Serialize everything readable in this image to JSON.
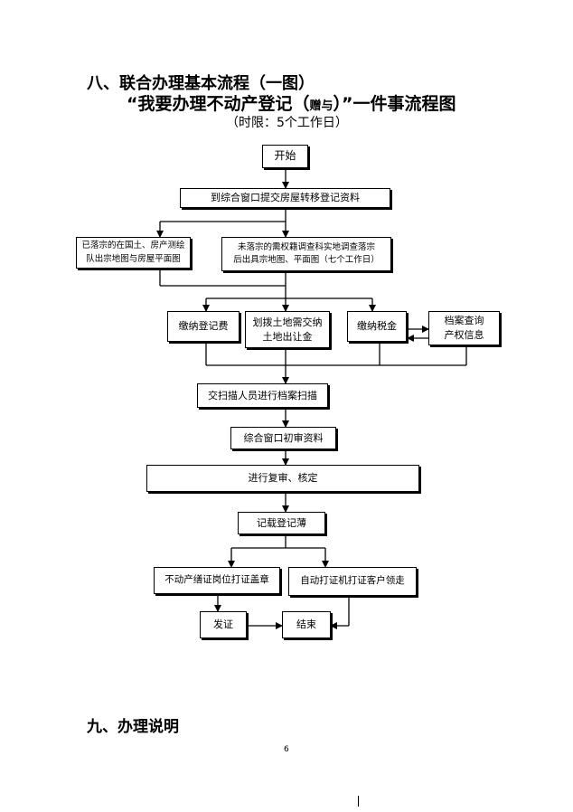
{
  "heading_main": "八、联合办理基本流程（一图）",
  "title": {
    "prefix": "“我要办理不动产登记（",
    "small": "赠与",
    "suffix": "）”一件事流程图"
  },
  "subtitle": "（时限：5个工作日）",
  "flow": {
    "start": "开始",
    "submit": "到综合窗口提交房屋转移登记资料",
    "branch_left": [
      "已落宗的在国土、房产测绘",
      "队出宗地图与房屋平面图"
    ],
    "branch_right": [
      "未落宗的需权籍调查科实地调查落宗",
      "后出具宗地图、平面图（七个工作日）"
    ],
    "pay_reg_fee": "缴纳登记费",
    "land_transfer": [
      "划拨土地需交纳",
      "土地出让金"
    ],
    "pay_tax": "缴纳税金",
    "archive_query": [
      "档案查询",
      "产权信息"
    ],
    "scan": "交扫描人员进行档案扫描",
    "initial_review": "综合窗口初审资料",
    "recheck": "进行复审、核定",
    "record": "记载登记薄",
    "print_cert": "不动产缮证岗位打证盖章",
    "auto_print": "自动打证机打证客户领走",
    "issue": "发证",
    "end": "结束"
  },
  "heading_section9": "九、办理说明",
  "page_number": "6"
}
